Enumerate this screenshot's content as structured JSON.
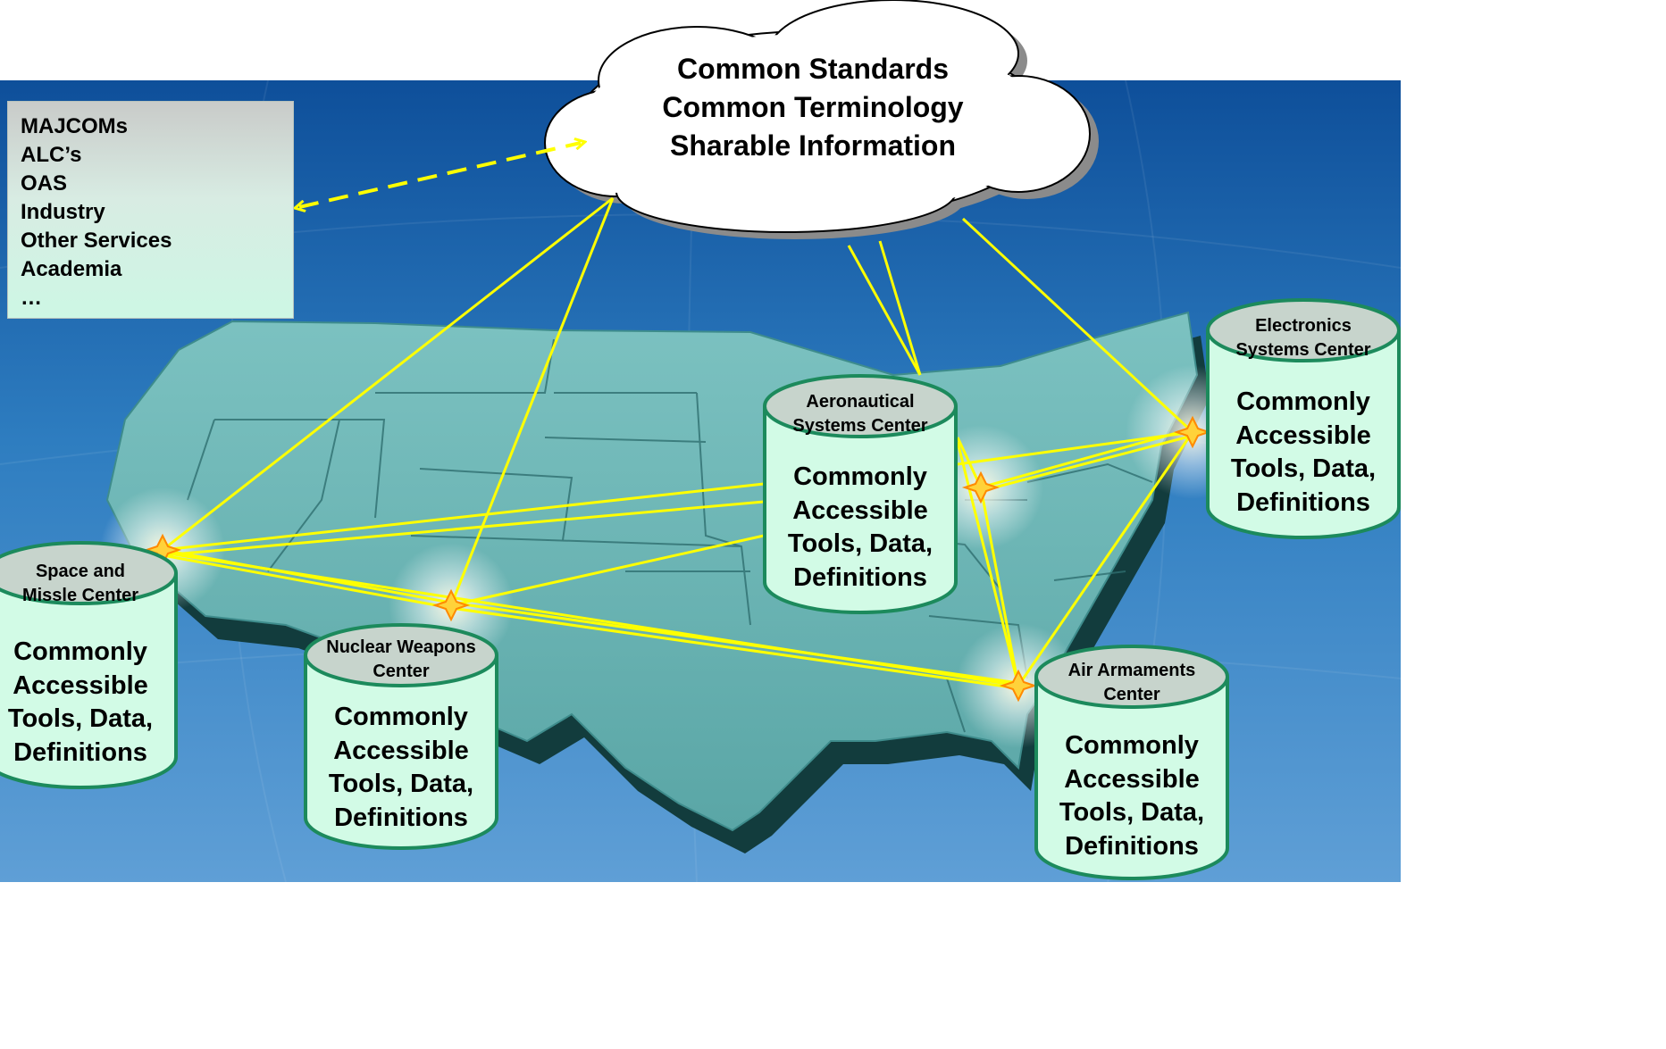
{
  "cloud": {
    "lines": [
      "Common Standards",
      "Common Terminology",
      "Sharable Information"
    ]
  },
  "organizations": [
    "MAJCOMs",
    "ALC’s",
    "OAS",
    "Industry",
    "Other Services",
    "Academia",
    "…"
  ],
  "centers": [
    {
      "id": "space-missile",
      "title_lines": [
        "Space and",
        "Missle Center"
      ],
      "body_lines": [
        "Commonly",
        "Accessible",
        "Tools, Data,",
        "Definitions"
      ]
    },
    {
      "id": "nuclear-weapons",
      "title_lines": [
        "Nuclear Weapons",
        "Center"
      ],
      "body_lines": [
        "Commonly",
        "Accessible",
        "Tools, Data,",
        "Definitions"
      ]
    },
    {
      "id": "aeronautical",
      "title_lines": [
        "Aeronautical",
        "Systems Center"
      ],
      "body_lines": [
        "Commonly",
        "Accessible",
        "Tools, Data,",
        "Definitions"
      ]
    },
    {
      "id": "electronics",
      "title_lines": [
        "Electronics",
        "Systems Center"
      ],
      "body_lines": [
        "Commonly",
        "Accessible",
        "Tools, Data,",
        "Definitions"
      ]
    },
    {
      "id": "air-armaments",
      "title_lines": [
        "Air Armaments",
        "Center"
      ],
      "body_lines": [
        "Commonly",
        "Accessible",
        "Tools, Data,",
        "Definitions"
      ]
    }
  ],
  "colors": {
    "link_line": "#ffff00",
    "cylinder_border": "#1c8a5c",
    "cylinder_fill": "#d2fbe6",
    "map_land": "#67b3b2",
    "background": "#2e7dc0"
  }
}
